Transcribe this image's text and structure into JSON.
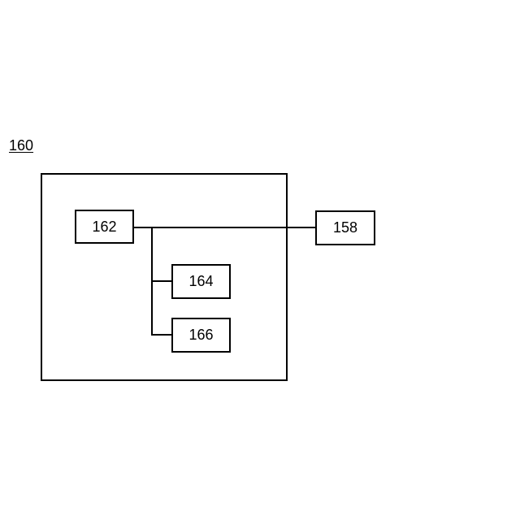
{
  "diagram": {
    "ref_label": "160",
    "boxes": {
      "b162": "162",
      "b164": "164",
      "b166": "166",
      "b158": "158"
    }
  }
}
